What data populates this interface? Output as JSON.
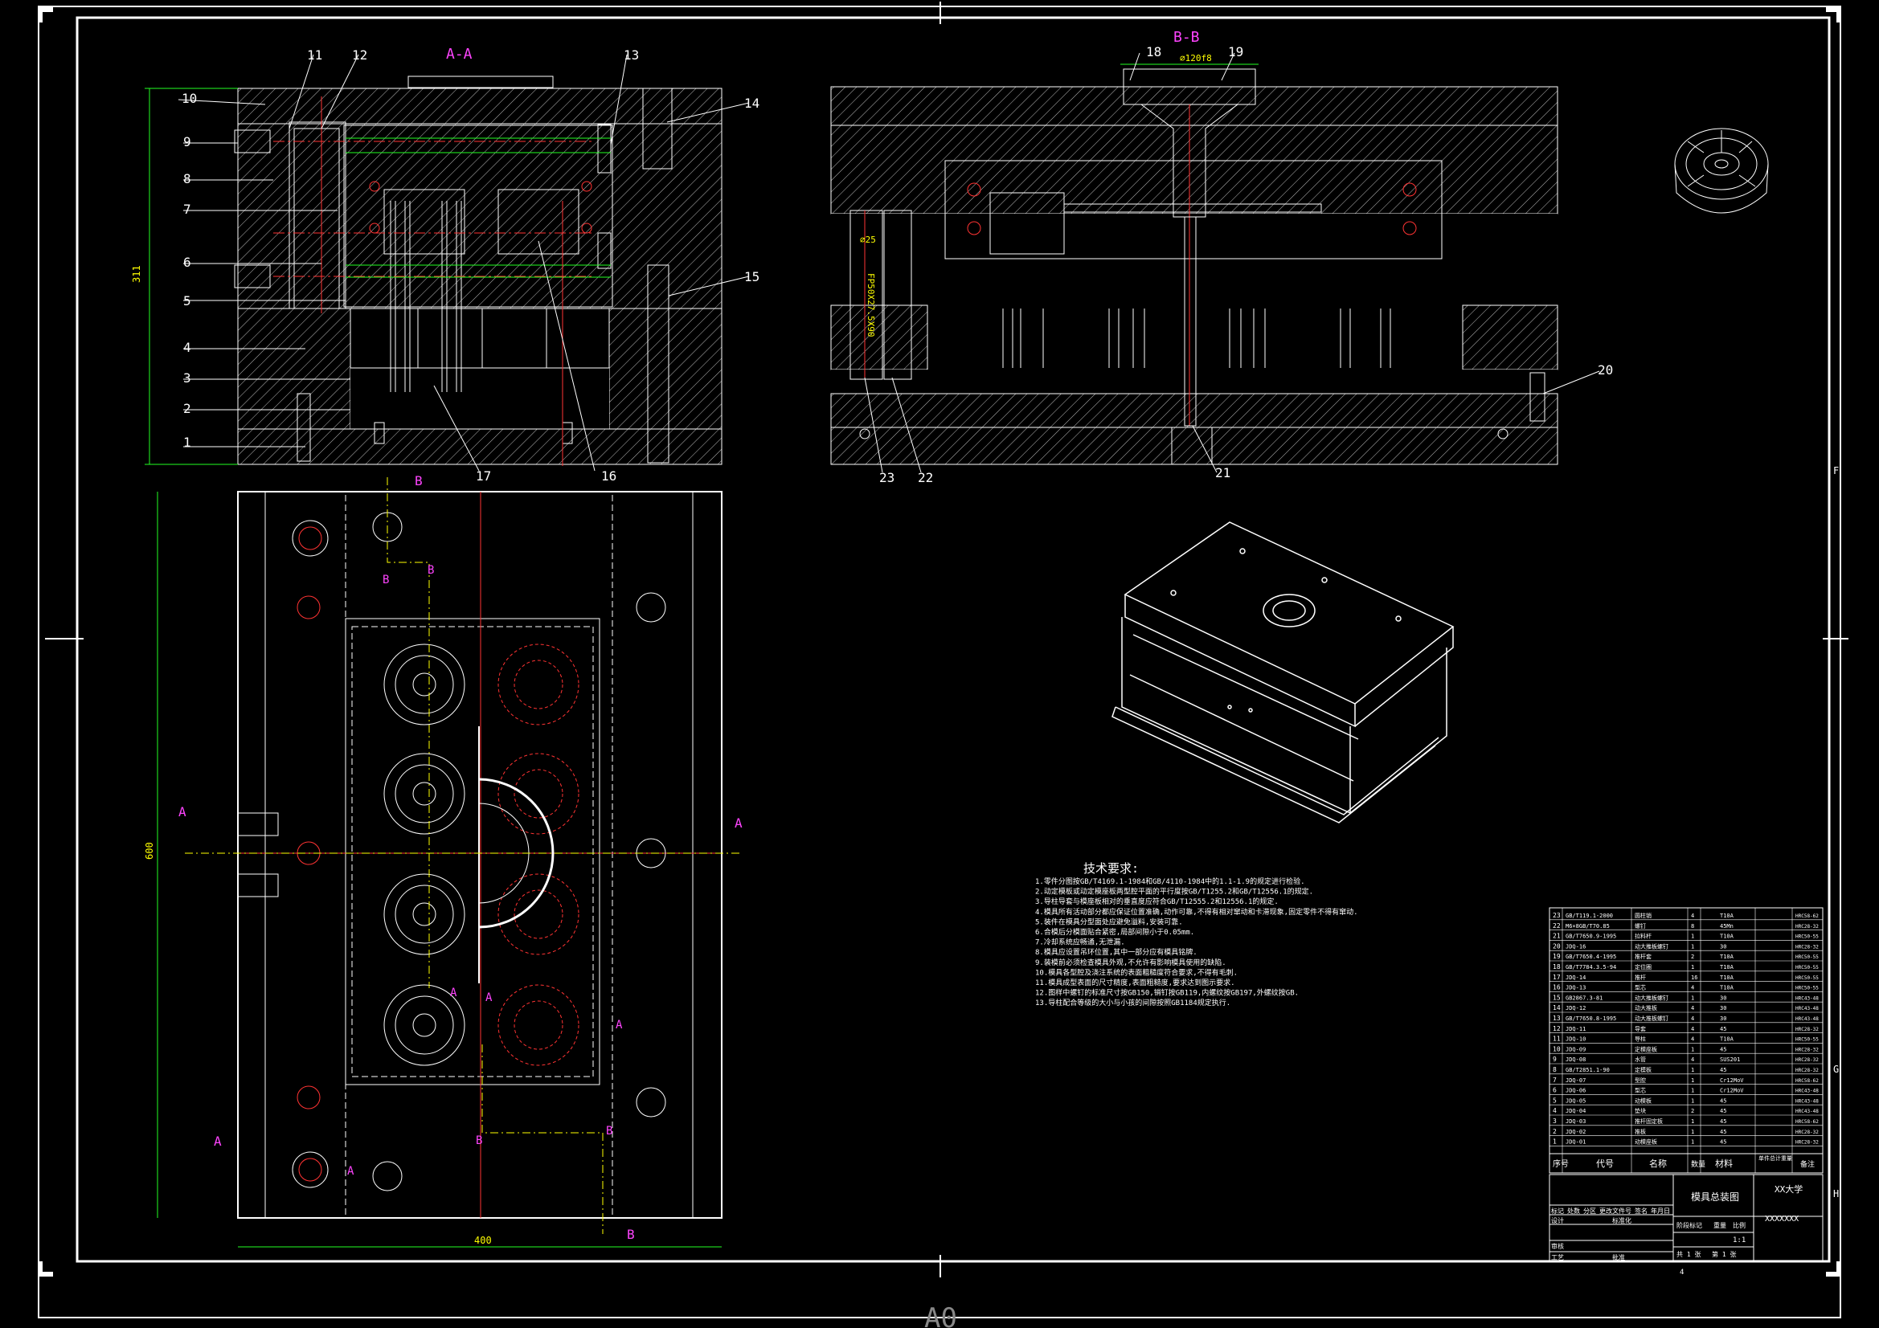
{
  "sheet": {
    "size_label": "A0",
    "colors": {
      "background": "#000000",
      "line": "#ffffff",
      "center": "#ff3333",
      "dimension": "#ffff00",
      "cooling": "#22ff22",
      "section_label": "#ff44ff"
    }
  },
  "views": {
    "section_aa_label": "A-A",
    "section_bb_label": "B-B",
    "bb_ref_label": "B",
    "aa_ref_label": "A"
  },
  "dimensions": {
    "height_aa": "311",
    "plan_height": "600",
    "plan_width": "400",
    "bb_top_dim": "⌀120f8",
    "bb_side_dim": "⌀25",
    "bb_vertical_text": "FP50X27.5X90"
  },
  "balloons": [
    "1",
    "2",
    "3",
    "4",
    "5",
    "6",
    "7",
    "8",
    "9",
    "10",
    "11",
    "12",
    "13",
    "14",
    "15",
    "16",
    "17",
    "18",
    "19",
    "20",
    "21",
    "22",
    "23"
  ],
  "tech_requirements": {
    "heading": "技术要求:",
    "items": [
      "1.零件分图按GB/T4169.1-1984和GB/4110-1984中的1.1-1.9的规定进行检验.",
      "2.动定模板或动定模座板两型腔平面的平行度按GB/T1255.2和GB/T12556.1的规定.",
      "3.导柱导套与模座板相对的垂直度应符合GB/T12555.2和12556.1的规定.",
      "4.模具所有活动部分都应保证位置准确,动作可靠,不得有相对窜动和卡滞现象,固定零件不得有窜动.",
      "5.装件在模具分型面处应避免溢料,安装可靠.",
      "6.合模后分模面贴合紧密,局部间隙小于0.05mm.",
      "7.冷却系统应畅通,无泄漏.",
      "8.模具应设置吊环位置,其中一部分应有模具铭牌.",
      "9.装模前必须检查模具外观,不允许有影响模具使用的缺陷.",
      "10.模具各型腔及浇注系统的表面粗糙度符合要求,不得有毛刺.",
      "11.模具成型表面的尺寸精度,表面粗糙度,要求达到图示要求.",
      "12.图样中螺钉的标准尺寸按GB150,销钉按GB119,内螺纹按GB197,外螺纹按GB.",
      "13.导柱配合等级的大小与小孩的间隙按照GB1184规定执行."
    ]
  },
  "bom": {
    "header": {
      "no": "序号",
      "code": "代号",
      "name": "名称",
      "qty": "数量",
      "material": "材料",
      "weight": "单件总计重量",
      "remark": "备注"
    },
    "rows": [
      [
        "23",
        "GB/T119.1-2000",
        "圆柱销",
        "4",
        "T10A",
        "HRC58-62"
      ],
      [
        "22",
        "M6×8GB/T70.85",
        "螺钉",
        "8",
        "45Mn",
        "HRC28-32"
      ],
      [
        "21",
        "GB/T7650.9-1995",
        "拉料杆",
        "1",
        "T10A",
        "HRC50-55"
      ],
      [
        "20",
        "JDQ-16",
        "动大推板螺钉",
        "1",
        "30",
        "HRC28-32"
      ],
      [
        "19",
        "GB/T7650.4-1995",
        "推杆套",
        "2",
        "T10A",
        "HRC50-55"
      ],
      [
        "18",
        "GB/T7784.3.5-94",
        "定位圈",
        "1",
        "T10A",
        "HRC50-55"
      ],
      [
        "17",
        "JDQ-14",
        "推杆",
        "16",
        "T10A",
        "HRC50-55"
      ],
      [
        "16",
        "JDQ-13",
        "型芯",
        "4",
        "T10A",
        "HRC50-55"
      ],
      [
        "15",
        "GB2867.3-81",
        "动大推板螺钉",
        "1",
        "30",
        "HRC43-48"
      ],
      [
        "14",
        "JDQ-12",
        "动大推板",
        "4",
        "30",
        "HRC43-48"
      ],
      [
        "13",
        "GB/T7650.8-1995",
        "动大推板螺钉",
        "4",
        "30",
        "HRC43-48"
      ],
      [
        "12",
        "JDQ-11",
        "导套",
        "4",
        "45",
        "HRC28-32"
      ],
      [
        "11",
        "JDQ-10",
        "导柱",
        "4",
        "T10A",
        "HRC50-55"
      ],
      [
        "10",
        "JDQ-09",
        "定模座板",
        "1",
        "45",
        "HRC28-32"
      ],
      [
        "9",
        "JDQ-08",
        "水管",
        "4",
        "SUS201",
        "HRC28-32"
      ],
      [
        "8",
        "GB/T2851.1-90",
        "定模板",
        "1",
        "45",
        "HRC28-32"
      ],
      [
        "7",
        "JDQ-07",
        "型腔",
        "1",
        "Cr12MoV",
        "HRC58-62"
      ],
      [
        "6",
        "JDQ-06",
        "型芯",
        "1",
        "Cr12MoV",
        "HRC43-48"
      ],
      [
        "5",
        "JDQ-05",
        "动模板",
        "1",
        "45",
        "HRC43-48"
      ],
      [
        "4",
        "JDQ-04",
        "垫块",
        "2",
        "45",
        "HRC43-48"
      ],
      [
        "3",
        "JDQ-03",
        "推杆固定板",
        "1",
        "45",
        "HRC58-62"
      ],
      [
        "2",
        "JDQ-02",
        "推板",
        "1",
        "45",
        "HRC28-32"
      ],
      [
        "1",
        "JDQ-01",
        "动模座板",
        "1",
        "45",
        "HRC28-32"
      ]
    ]
  },
  "title_block": {
    "drawing_name": "模具总装图",
    "school": "XX大学",
    "drawing_no": "XXXXXXX",
    "scale": "1:1",
    "labels": {
      "mark": "标记",
      "count": "处数",
      "zone": "分区",
      "change_no": "更改文件号",
      "sign": "签名",
      "date": "年月日",
      "design": "设计",
      "standard": "标准化",
      "stage": "阶段标记",
      "weight": "重量",
      "ratio": "比例",
      "review": "审核",
      "process": "工艺",
      "approve": "批准",
      "sheet_total": "共 1 张",
      "sheet_no": "第 1 张"
    }
  },
  "zone_marks": {
    "right": [
      "F",
      "G",
      "H"
    ],
    "bottom_left": "4"
  }
}
